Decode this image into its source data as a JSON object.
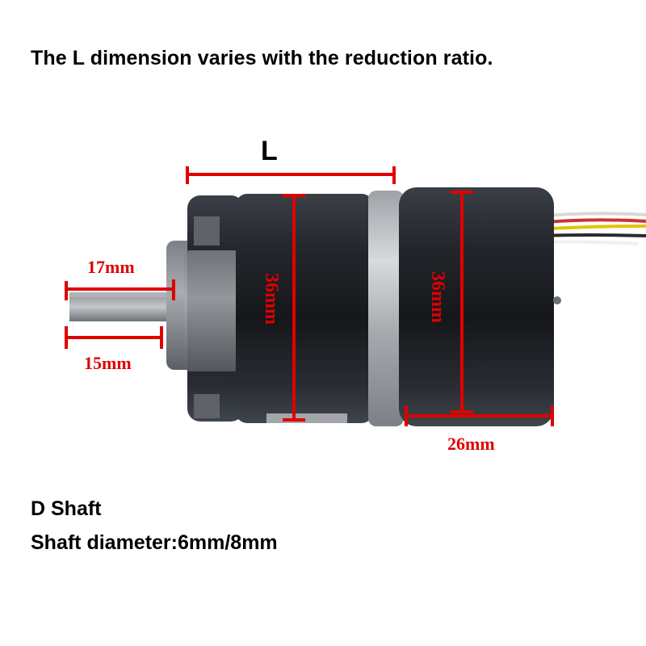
{
  "headline": "The L dimension varies with the reduction ratio.",
  "dimensions": {
    "length_label": "L",
    "shaft_length_outer": "17mm",
    "shaft_length_inner": "15mm",
    "gearbox_diameter": "36mm",
    "motor_diameter": "36mm",
    "motor_length": "26mm"
  },
  "footer": {
    "shaft_type": "D Shaft",
    "shaft_diameter": "Shaft diameter:6mm/8mm"
  },
  "colors": {
    "dimension_red": "#e00000",
    "motor_body": "#1e2126",
    "metal_ring": "#b9bcc0"
  }
}
